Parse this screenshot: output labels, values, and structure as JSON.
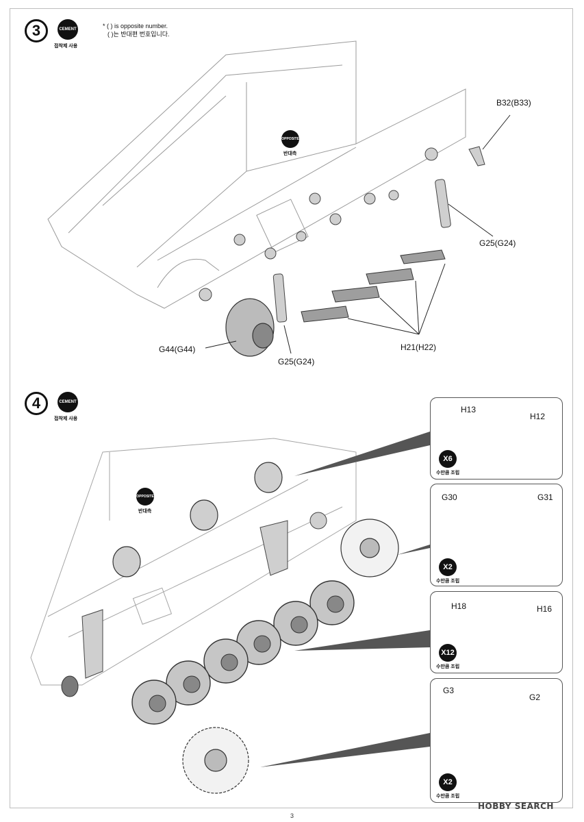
{
  "steps": [
    {
      "number": "3",
      "cement_badge": "CEMENT",
      "cement_caption": "접착제 사용"
    },
    {
      "number": "4",
      "cement_badge": "CEMENT",
      "cement_caption": "접착제 사용"
    }
  ],
  "note": {
    "line1": "* (   ) is opposite number.",
    "line2": "(   )는 반대편 번호입니다."
  },
  "opposite": {
    "badge": "OPPOSITE",
    "caption": "반대측"
  },
  "step3_labels": {
    "b32": "B32(B33)",
    "g25_right": "G25(G24)",
    "h21": "H21(H22)",
    "g44": "G44(G44)",
    "g25_bottom": "G25(G24)"
  },
  "insets": [
    {
      "qty": "X6",
      "caption": "수만큼 조립",
      "left_label": "H13",
      "right_label": "H12"
    },
    {
      "qty": "X2",
      "caption": "수만큼 조립",
      "left_label": "G30",
      "right_label": "G31"
    },
    {
      "qty": "X12",
      "caption": "수만큼 조립",
      "left_label": "H18",
      "right_label": "H16"
    },
    {
      "qty": "X2",
      "caption": "수만큼 조립",
      "left_label": "G3",
      "right_label": "G2"
    }
  ],
  "page_number": "3",
  "watermark": "HOBBY SEARCH"
}
